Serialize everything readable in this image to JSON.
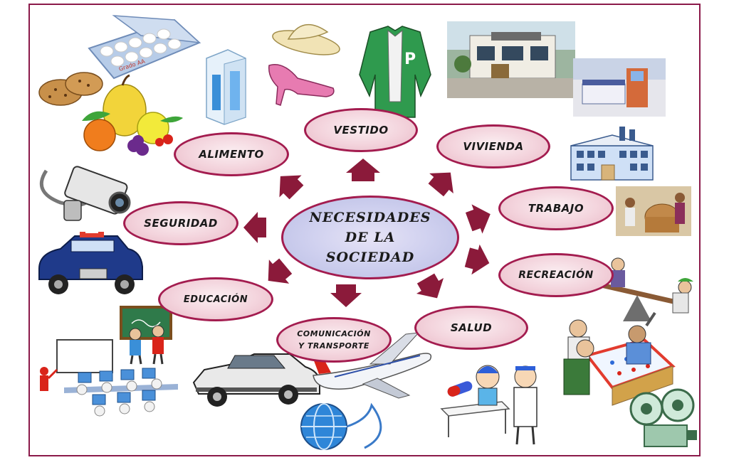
{
  "center": {
    "line1": "NECESIDADES",
    "line2": "DE LA",
    "line3": "SOCIEDAD"
  },
  "needs": {
    "vestido": "VESTIDO",
    "vivienda": "VIVIENDA",
    "alimento": "ALIMENTO",
    "trabajo": "TRABAJO",
    "seguridad": "SEGURIDAD",
    "recreacion": "RECREACIÓN",
    "educacion": "EDUCACIÓN",
    "salud": "SALUD",
    "comunicacion_line1": "COMUNICACIÓN",
    "comunicacion_line2": "Y TRANSPORTE"
  },
  "labels": {
    "egg_carton": "Grado AA"
  },
  "colors": {
    "border": "#8b1a4a",
    "arrow": "#8b1a3a",
    "node_fill": "#f3d3dc",
    "center_fill": "#cfd0ef"
  },
  "icons": [
    "eggs-icon",
    "bread-icon",
    "fruit-icon",
    "milk-carton-icon",
    "hat-icon",
    "shoe-icon",
    "jacket-icon",
    "house-icon",
    "bedroom-icon",
    "factory-icon",
    "workers-icon",
    "camera-icon",
    "police-car-icon",
    "seesaw-icon",
    "teacher-icon",
    "computer-class-icon",
    "car-icon",
    "airplane-icon",
    "globe-icon",
    "doctor-icon",
    "game-table-icon",
    "projector-icon"
  ]
}
